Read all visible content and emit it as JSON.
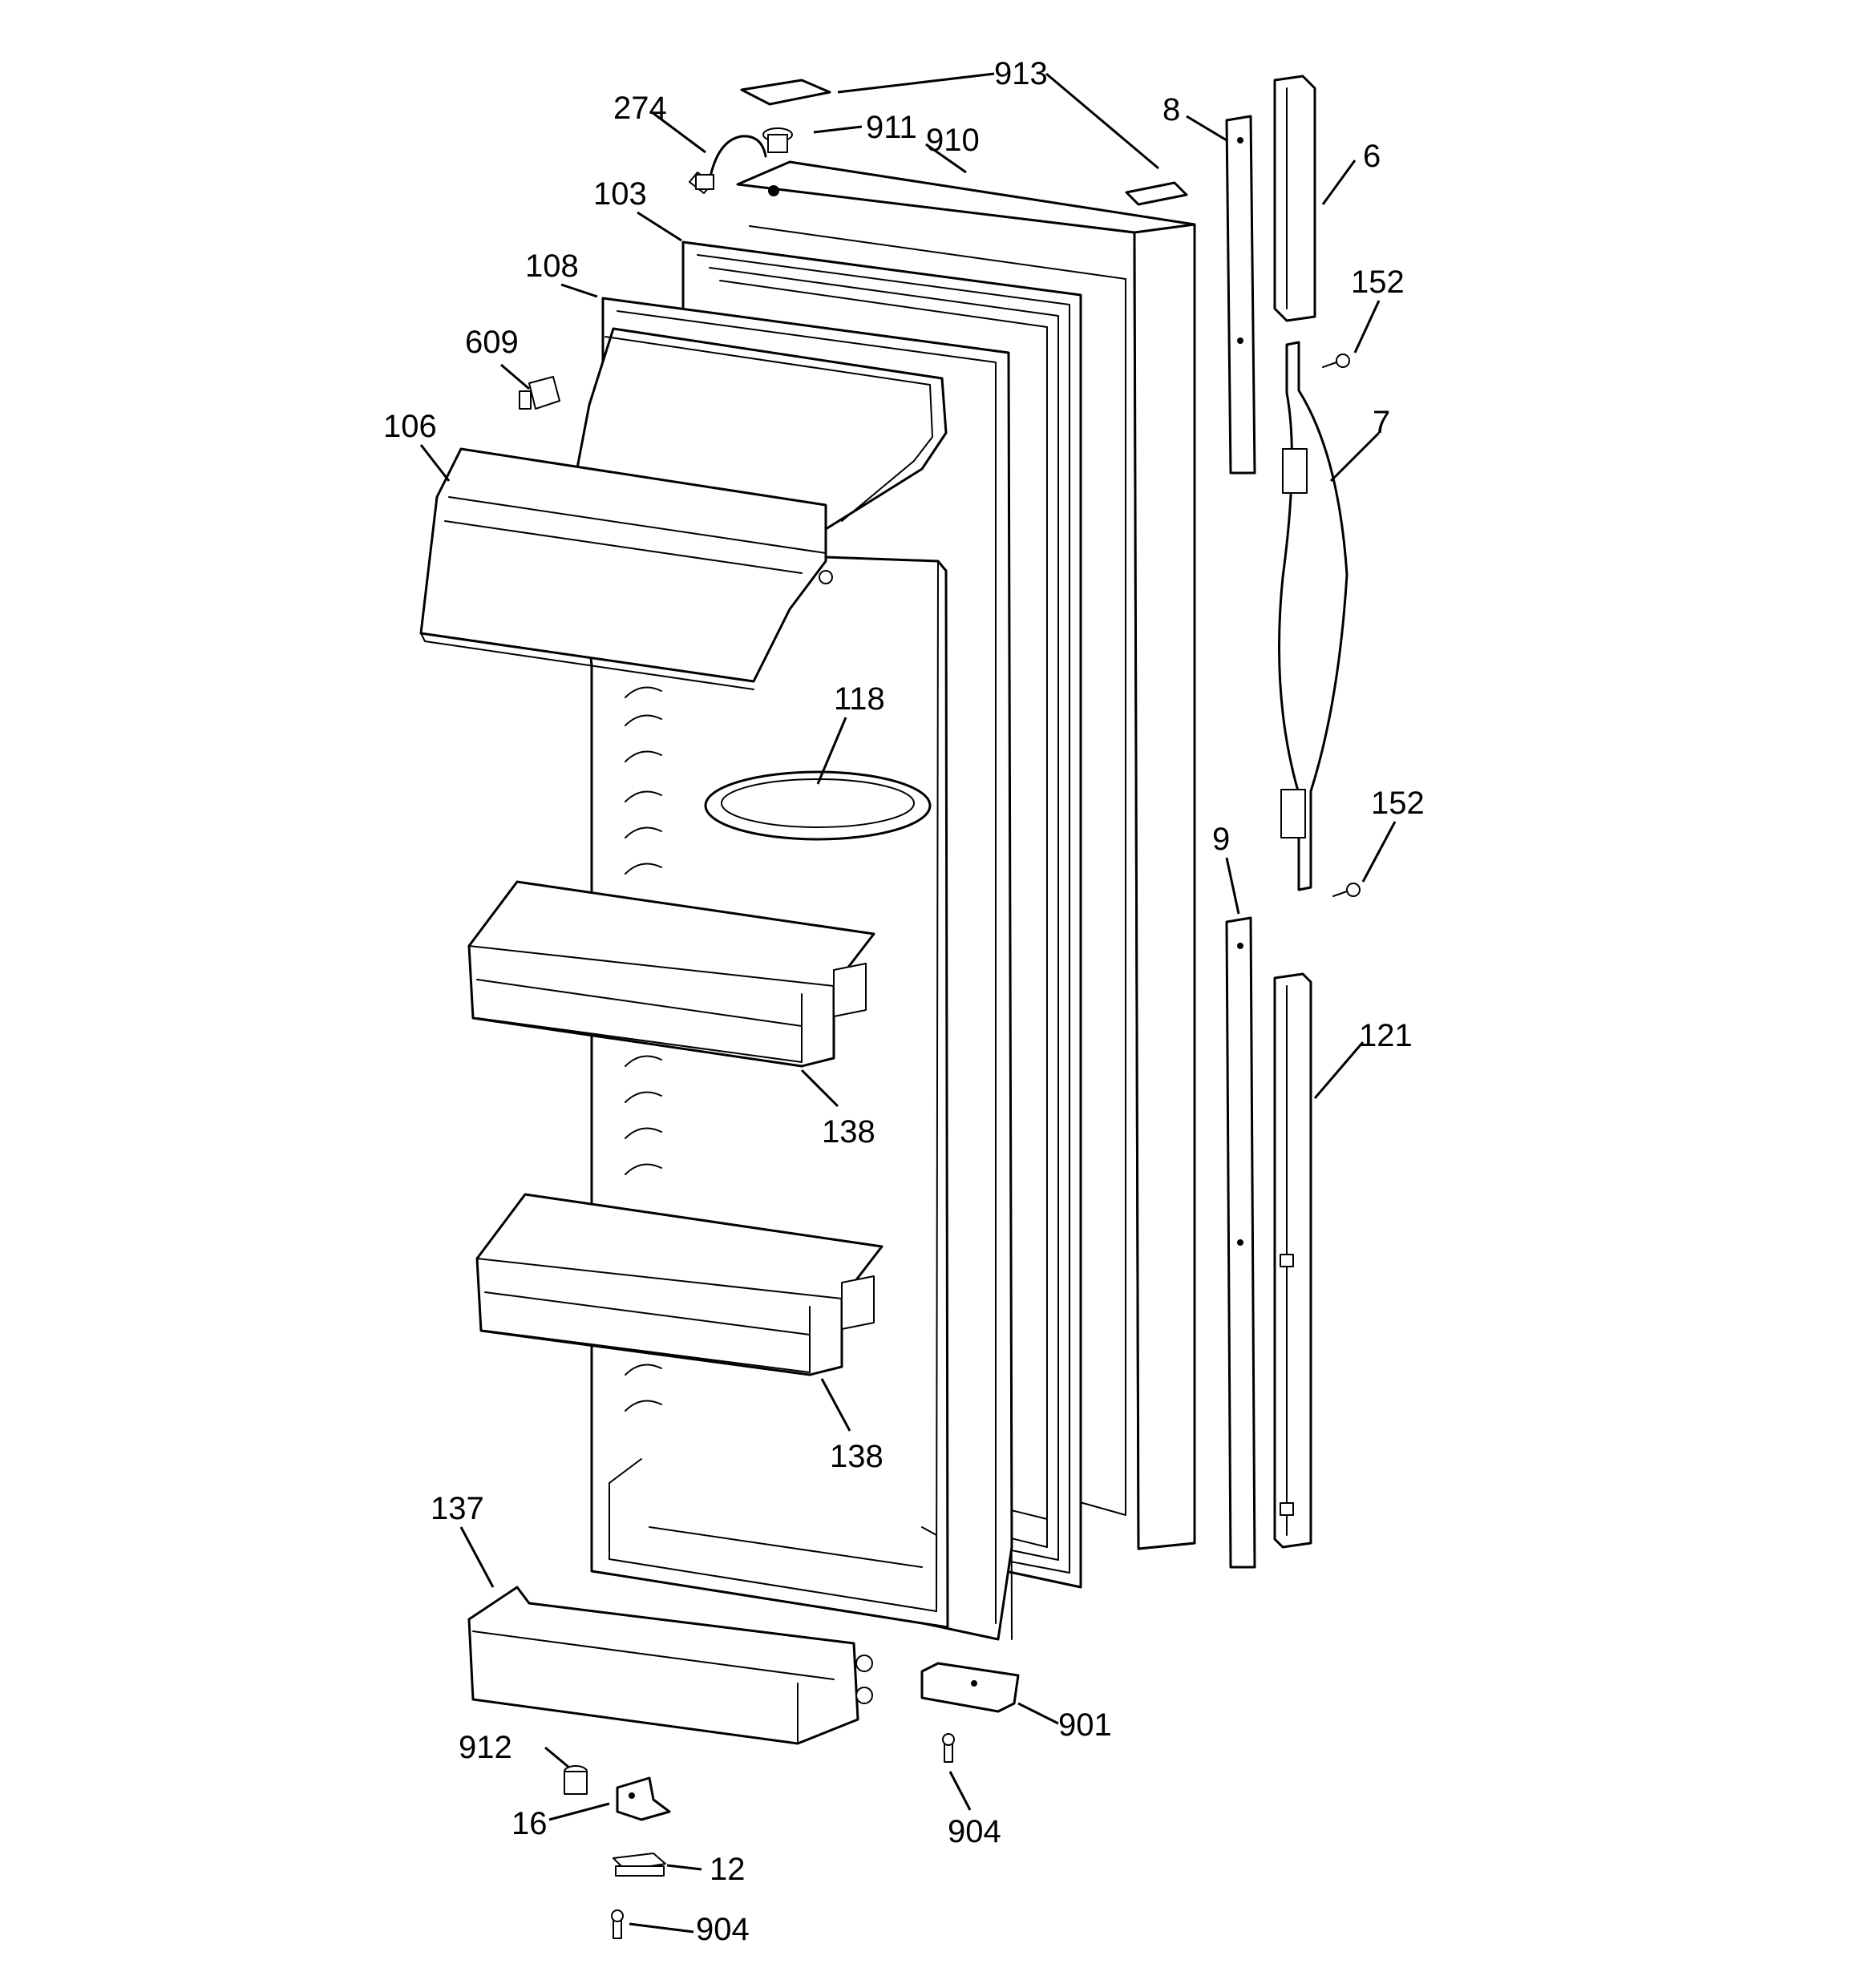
{
  "callouts": [
    {
      "id": "913"
    },
    {
      "id": "274"
    },
    {
      "id": "911"
    },
    {
      "id": "910"
    },
    {
      "id": "8"
    },
    {
      "id": "6"
    },
    {
      "id": "103"
    },
    {
      "id": "108"
    },
    {
      "id": "152"
    },
    {
      "id": "609"
    },
    {
      "id": "106"
    },
    {
      "id": "7"
    },
    {
      "id": "118"
    },
    {
      "id": "152"
    },
    {
      "id": "9"
    },
    {
      "id": "121"
    },
    {
      "id": "138"
    },
    {
      "id": "138"
    },
    {
      "id": "137"
    },
    {
      "id": "901"
    },
    {
      "id": "912"
    },
    {
      "id": "16"
    },
    {
      "id": "904"
    },
    {
      "id": "12"
    },
    {
      "id": "904"
    }
  ]
}
